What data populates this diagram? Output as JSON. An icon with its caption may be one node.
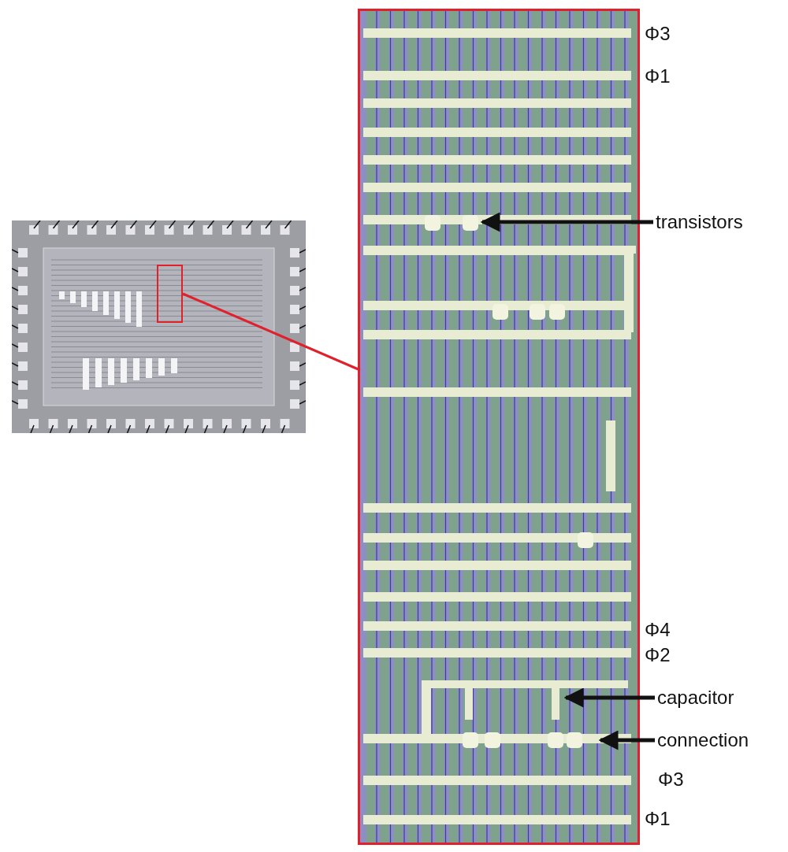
{
  "diagram": {
    "nodes": [
      {
        "text": [],
        "shape": "picture"
      },
      {
        "text": [],
        "shape": "box",
        "in": 0
      },
      {
        "text": [],
        "shape": "picture",
        "beside": [
          "Φ3",
          "Φ1",
          "Φ4",
          "Φ2",
          "Φ3",
          "Φ1"
        ]
      },
      {
        "text": [
          "transistors"
        ]
      },
      {
        "text": [
          "capacitor"
        ]
      },
      {
        "text": [
          "connection"
        ]
      }
    ],
    "edges": [
      {
        "from": 1,
        "to": 2,
        "arrow": "none",
        "color": "#e0202a"
      },
      {
        "from": 3,
        "to": 2,
        "arrow": "to"
      },
      {
        "from": 4,
        "to": 2,
        "arrow": "to"
      },
      {
        "from": 5,
        "to": 2,
        "arrow": "to"
      }
    ]
  }
}
